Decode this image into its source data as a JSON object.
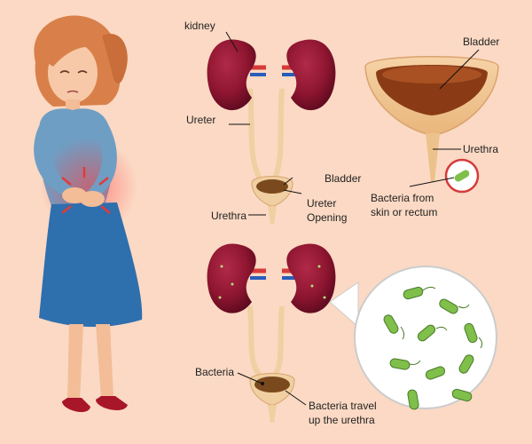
{
  "labels": {
    "kidney": "kidney",
    "ureter": "Ureter",
    "bladder_top": "Bladder",
    "urethra_top": "Urethra",
    "bladder_mid": "Bladder",
    "urethra_mid": "Urethra",
    "ureter_opening_1": "Ureter",
    "ureter_opening_2": "Opening",
    "bacteria_from_1": "Bacteria from",
    "bacteria_from_2": "skin or rectum",
    "bacteria": "Bacteria",
    "bacteria_travel_1": "Bacteria travel",
    "bacteria_travel_2": "up the urethra"
  },
  "colors": {
    "background": "#fbd9c4",
    "kidney": "#8e1530",
    "kidney_dark": "#5a0a1e",
    "ureter_tube": "#f0cfa2",
    "urine": "#7a4a1e",
    "bacteria": "#7fbf4a",
    "shirt": "#6f9ec4",
    "skirt": "#2e6fae",
    "hair": "#d9804a",
    "pain": "#e23a3a"
  },
  "icons": [
    "kidney-icon",
    "bladder-icon",
    "bacteria-icon",
    "magnifier-circle-icon",
    "woman-figure-icon",
    "pain-arrows-icon"
  ]
}
